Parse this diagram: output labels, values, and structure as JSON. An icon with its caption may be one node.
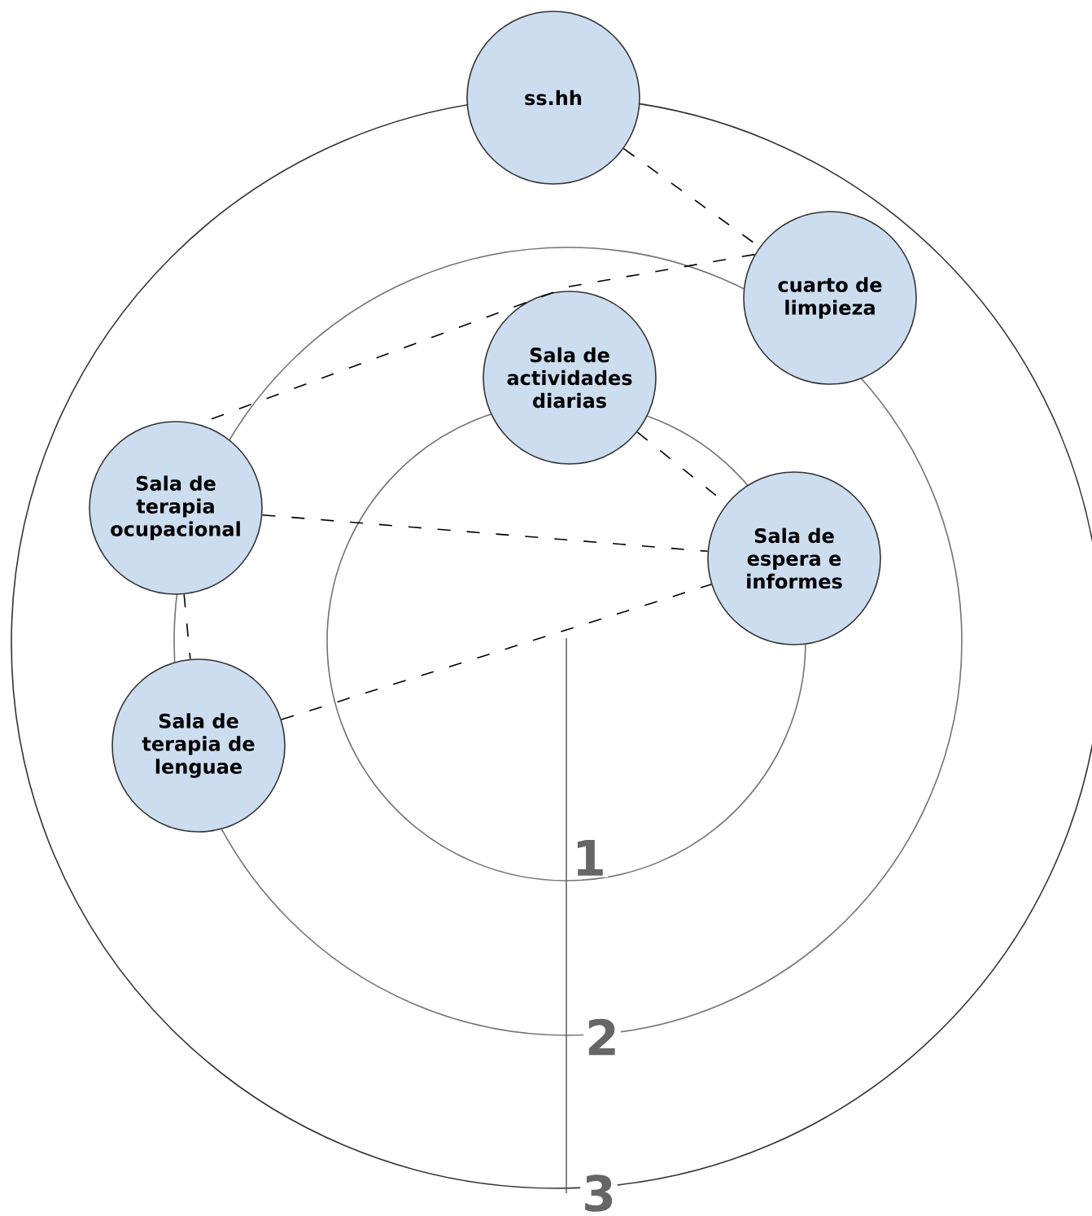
{
  "diagram": {
    "nodes": [
      {
        "text": [
          "ss.hh"
        ]
      },
      {
        "text": [
          "cuarto de limpieza"
        ]
      },
      {
        "text": [
          "Sala de actividades diarias"
        ]
      },
      {
        "text": [
          "Sala de terapia ocupacional"
        ]
      },
      {
        "text": [
          "Sala de espera e informes"
        ]
      },
      {
        "text": [
          "Sala de terapia de lenguae"
        ]
      }
    ],
    "edges": [
      {
        "from": 0,
        "to": 1,
        "arrow": "none",
        "style": "dashed"
      },
      {
        "from": 1,
        "to": 3,
        "arrow": "none",
        "style": "dashed"
      },
      {
        "from": 2,
        "to": 4,
        "arrow": "none",
        "style": "dashed"
      },
      {
        "from": 3,
        "to": 4,
        "arrow": "none",
        "style": "dashed"
      },
      {
        "from": 3,
        "to": 5,
        "arrow": "none",
        "style": "dashed"
      },
      {
        "from": 5,
        "to": 4,
        "arrow": "none",
        "style": "dashed"
      }
    ],
    "labels": [
      "1",
      "2",
      "3"
    ]
  }
}
